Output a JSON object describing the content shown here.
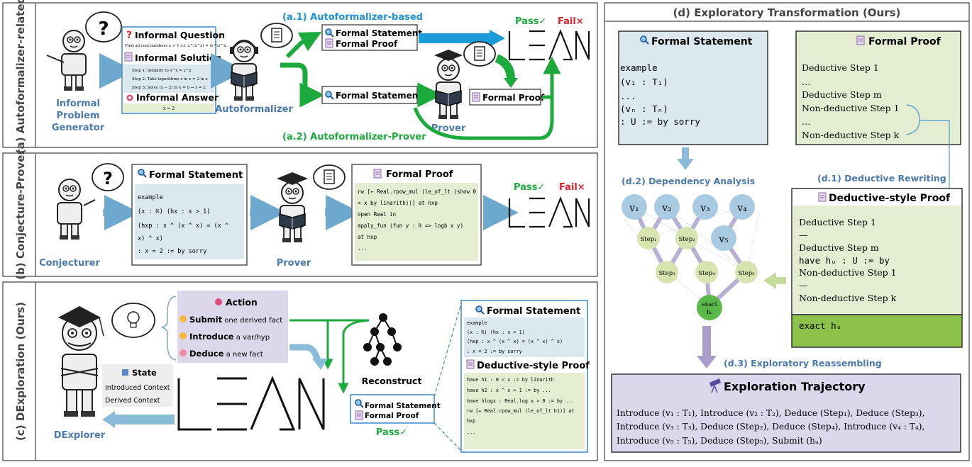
{
  "panel_a": {
    "side_label": "(a) Autoformalizer-related",
    "generator_label": [
      "Informal",
      "Problem",
      "Generator"
    ],
    "informal_question_title": "Informal Question",
    "informal_question_text": "Find all real numbers  x > 1  s.t.  x^(x^x) = (x^x)^x.",
    "informal_solution_title": "Informal Solution",
    "solution_steps": [
      "Step 1: Simplify to  x^x = x^2",
      "Step 2: Take logarithms  x ln x = 2 ln x",
      "Step 3: Solve  (x − 2) ln x = 0 → x = 2"
    ],
    "informal_answer_title": "Informal Answer",
    "informal_answer_value": "x = 2",
    "autoformalizer_label": "Autoformalizer",
    "a1_label": "(a.1) Autoformalizer-based",
    "a2_label": "(a.2) Autoformalizer-Prover",
    "formal_statement": "Formal Statement",
    "formal_proof": "Formal Proof",
    "prover_label": "Prover",
    "pass_label": "Pass✓",
    "fail_label": "Fail×"
  },
  "panel_b": {
    "side_label": "(b) Conjecture-Prover",
    "conjecturer_label": "Conjecturer",
    "prover_label": "Prover",
    "formal_statement_title": "Formal Statement",
    "statement_lines": [
      "example",
      "  (x : ℝ) (hx : x > 1)",
      "  (hxp : x ^ (x ^ x) = (x ^",
      "  x) ^ x)",
      ": x = 2 := by sorry"
    ],
    "formal_proof_title": "Formal Proof",
    "proof_lines": [
      "rw [← Real.rpow_mul (le_of_lt (show 0",
      "< x by linarith))] at hxp",
      "open Real in",
      "  apply_fun (fun y : ℝ => logb x y)",
      "at hxp",
      "..."
    ],
    "pass_label": "Pass✓",
    "fail_label": "Fail×"
  },
  "panel_c": {
    "side_label": "(c) DExploration (Ours)",
    "action_title": "Action",
    "actions": [
      {
        "bold": "Submit",
        "rest": " one derived fact"
      },
      {
        "bold": "Introduce",
        "rest": " a var/hyp"
      },
      {
        "bold": "Deduce",
        "rest": " a new fact"
      }
    ],
    "state_title": "State",
    "state_items": [
      "Introduced Context",
      "Derived Context"
    ],
    "dexplorer_label": "DExplorer",
    "reconstruct_label": "Reconstruct",
    "formal_statement": "Formal Statement",
    "formal_proof": "Formal Proof",
    "pass_label": "Pass✓",
    "statement_title": "Formal Statement",
    "statement_lines": [
      "example",
      "  (x : ℝ) (hx : x > 1)",
      "  (hxp : x ^ (x ^ x) = (x ^ x) ^ x)",
      ": x = 2 := by sorry"
    ],
    "deductive_title": "Deductive-style Proof",
    "deductive_lines": [
      "have h1 : 0 < x := by linarith",
      "have h2 : x ^ x > 1 := by ...",
      "have hlogx : Real.log x > 0 := by ...",
      "rw [← Real.rpow_mul (le_of_lt h1)] at",
      "hxp",
      "..."
    ]
  },
  "panel_d": {
    "title": "(d) Exploratory Transformation (Ours)",
    "formal_statement_title": "Formal Statement",
    "statement_lines": [
      "example",
      "  (v₁ : T₁)",
      "  ...",
      "  (vₙ : Tₙ)",
      ": U := by sorry"
    ],
    "formal_proof_title": "Formal Proof",
    "proof_lines": [
      "Deductive Step 1",
      "…",
      "Deductive Step m",
      "Non-deductive Step 1",
      "…",
      "Non-deductive Step k"
    ],
    "d1_label": "(d.1) Deductive Rewriting",
    "d2_label": "(d.2) Dependency Analysis",
    "d3_label": "(d.3) Exploratory Reassembling",
    "deductive_proof_title": "Deductive-style Proof",
    "deductive_lines": [
      "Deductive Step 1",
      "—",
      "Deductive Step m",
      "have hᵤ : U := by",
      "  Non-deductive Step 1",
      "  —",
      "  Non-deductive Step k"
    ],
    "exact_line": "exact hᵤ",
    "graph_nodes": {
      "v1": "v₁",
      "v2": "v₂",
      "v3": "v₃",
      "v4": "v₄",
      "v5": "v₅",
      "s1": "Step₁",
      "s2": "Step₂",
      "s3": "Step₃",
      "s4": "Step₄",
      "s5": "Step₅",
      "exact": "exact",
      "exact_sub": "hᵤ"
    },
    "trajectory_title": "Exploration Trajectory",
    "trajectory_lines": [
      "Introduce (v₁ : T₁),  Introduce (v₂ : T₂),  Deduce (Step₁),  Deduce (Step₃),",
      "Introduce (v₃ : T₃), Deduce (Step₂), Deduce (Step₄), Introduce (v₄ : T₄),",
      "Introduce (v₅ : T₅), Deduce (Step₅), Submit (hᵤ)"
    ]
  },
  "colors": {
    "blue_accent": "#1e90d6",
    "green_accent": "#1daa3c",
    "red_fail": "#e0202a",
    "label_slate": "#4a7ab0",
    "light_blue_box": "#dbe8f0",
    "light_green_box": "#e4edd2",
    "lavender": "#dcd7ea"
  }
}
